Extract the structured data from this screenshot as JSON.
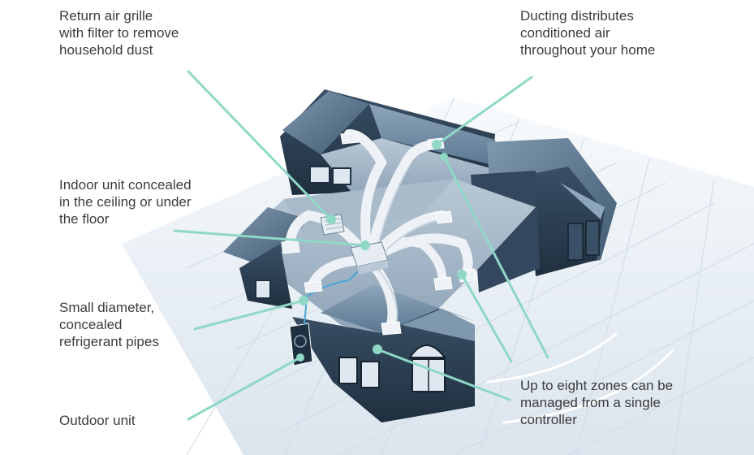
{
  "labels": {
    "return_air": "Return air grille\nwith filter to remove\nhousehold dust",
    "ducting": "Ducting distributes\nconditioned air\nthroughout your home",
    "indoor_unit": "Indoor unit concealed\nin the ceiling or under\nthe floor",
    "pipes": "Small diameter,\nconcealed\nrefrigerant pipes",
    "outdoor_unit": "Outdoor unit",
    "zones": "Up to eight zones can be\nmanaged from a single\ncontroller"
  },
  "colors": {
    "callout": "#8fd8c6",
    "roof": "#4f6a82",
    "wall": "#26384a",
    "duct": "#eef2f6",
    "grid": "#cfdbe6",
    "text": "#3c3c3c"
  }
}
